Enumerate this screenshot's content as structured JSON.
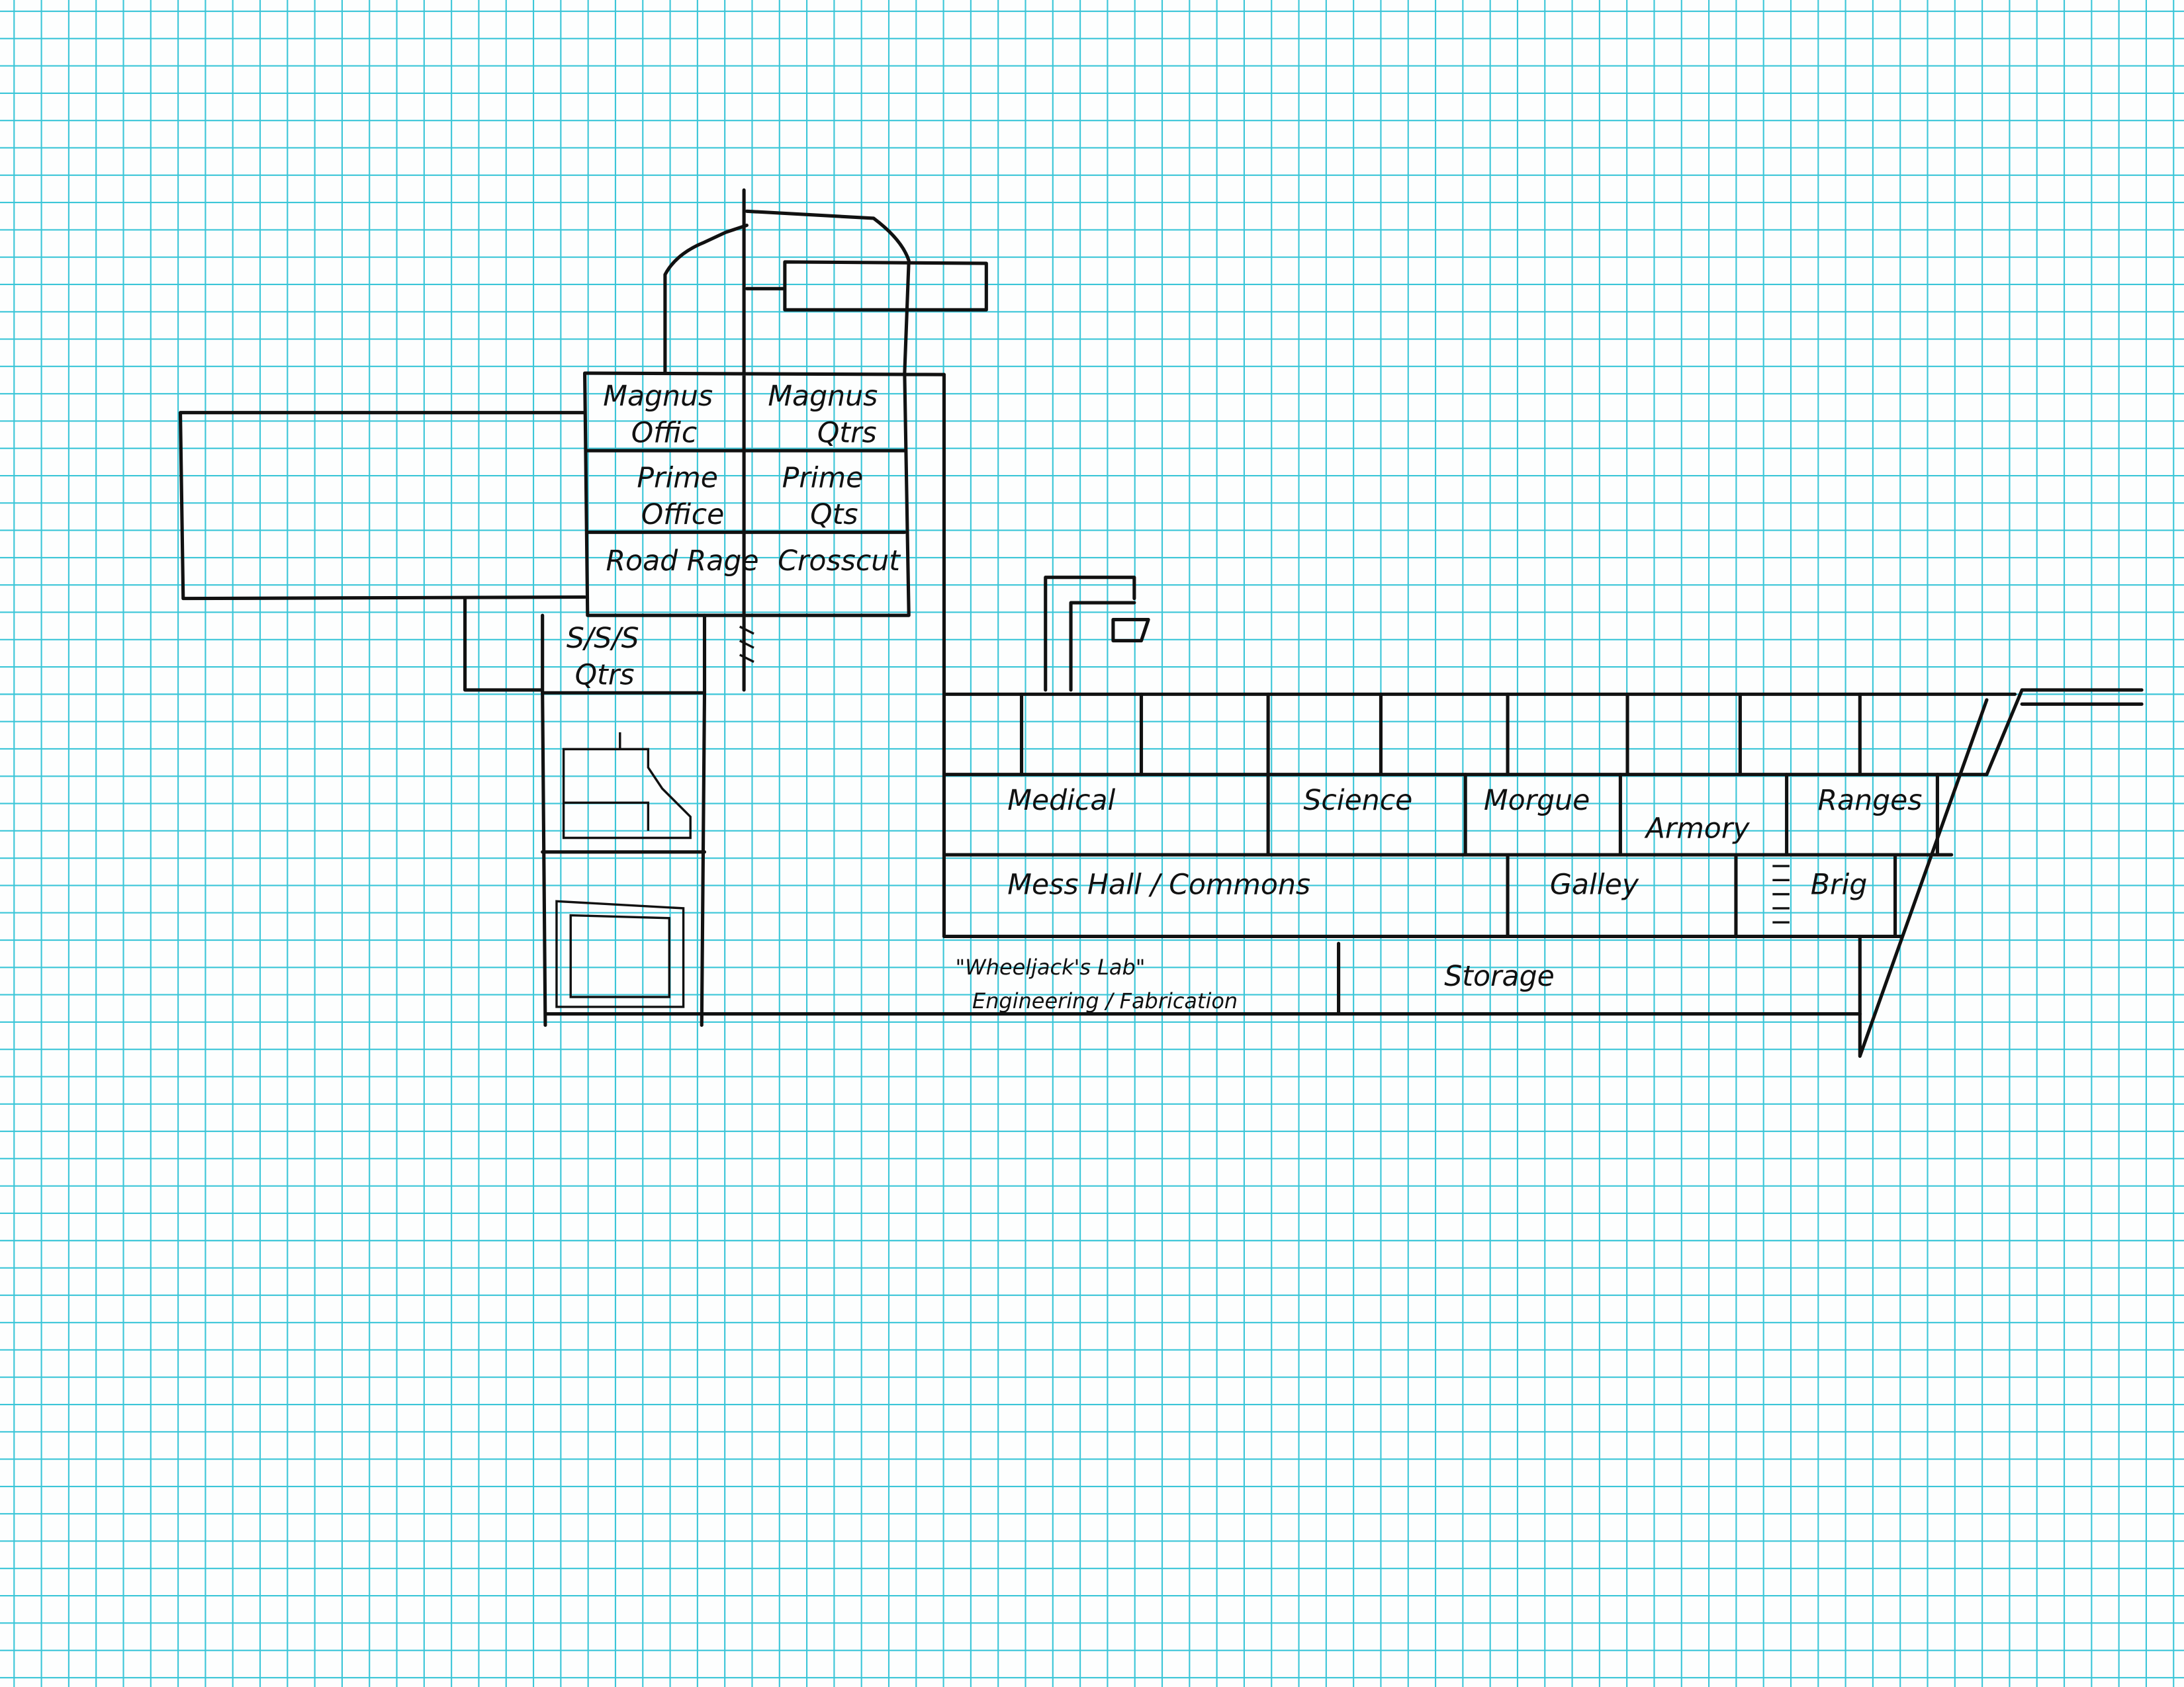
{
  "colors": {
    "grid": "#3cc6d8",
    "ink": "#111111",
    "paper": "#fdfefe"
  },
  "rooms": {
    "magnus_office": [
      "Magnus",
      "Offic"
    ],
    "magnus_qtrs": [
      "Magnus",
      "Qtrs"
    ],
    "prime_office": [
      "Prime",
      "Office"
    ],
    "prime_qts": [
      "Prime",
      "Qts"
    ],
    "road_rage": "Road Rage",
    "crosscut": "Crosscut",
    "sss_qtrs": [
      "S/S/S",
      "Qtrs"
    ],
    "medical": "Medical",
    "science": "Science",
    "morgue": "Morgue",
    "armory": "Armory",
    "ranges": "Ranges",
    "mess_hall": "Mess Hall / Commons",
    "galley": "Galley",
    "brig": "Brig",
    "wheeljacks_lab": [
      "\"Wheeljack's Lab\"",
      "Engineering / Fabrication"
    ],
    "storage": "Storage"
  }
}
